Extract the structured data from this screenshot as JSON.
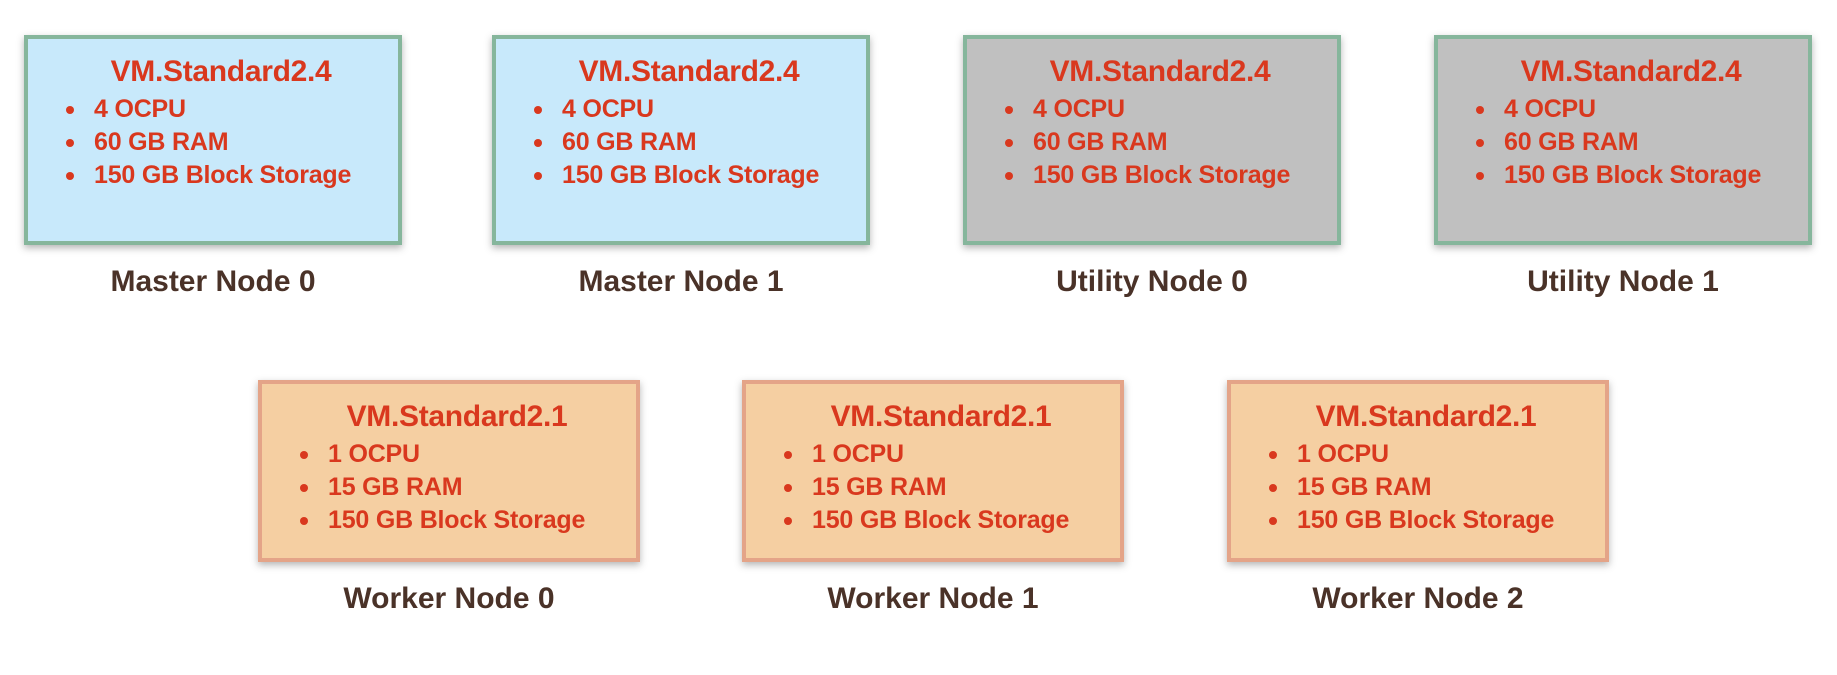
{
  "colors": {
    "title_red": "#d9381e",
    "caption_brown": "#4a3228",
    "blue_fill": "#c8e9fb",
    "gray_fill": "#c0c0c0",
    "peach_fill": "#f5cfa2",
    "green_border": "#86b69c",
    "salmon_border": "#e4a488",
    "background": "#ffffff"
  },
  "diagram": {
    "rows": [
      {
        "row_name": "control-and-utility-nodes",
        "nodes": [
          {
            "caption": "Master Node 0",
            "shape": "VM.Standard2.4",
            "specs": [
              "4 OCPU",
              "60 GB RAM",
              "150 GB Block Storage"
            ],
            "fill": "blue"
          },
          {
            "caption": "Master Node 1",
            "shape": "VM.Standard2.4",
            "specs": [
              "4 OCPU",
              "60 GB RAM",
              "150 GB Block Storage"
            ],
            "fill": "blue"
          },
          {
            "caption": "Utility Node 0",
            "shape": "VM.Standard2.4",
            "specs": [
              "4 OCPU",
              "60 GB RAM",
              "150 GB Block Storage"
            ],
            "fill": "gray"
          },
          {
            "caption": "Utility Node 1",
            "shape": "VM.Standard2.4",
            "specs": [
              "4 OCPU",
              "60 GB RAM",
              "150 GB Block Storage"
            ],
            "fill": "gray"
          }
        ]
      },
      {
        "row_name": "worker-nodes",
        "nodes": [
          {
            "caption": "Worker Node 0",
            "shape": "VM.Standard2.1",
            "specs": [
              "1 OCPU",
              "15 GB RAM",
              "150 GB Block Storage"
            ],
            "fill": "peach"
          },
          {
            "caption": "Worker Node 1",
            "shape": "VM.Standard2.1",
            "specs": [
              "1 OCPU",
              "15 GB RAM",
              "150 GB Block Storage"
            ],
            "fill": "peach"
          },
          {
            "caption": "Worker Node 2",
            "shape": "VM.Standard2.1",
            "specs": [
              "1 OCPU",
              "15 GB RAM",
              "150 GB Block Storage"
            ],
            "fill": "peach"
          }
        ]
      }
    ]
  }
}
